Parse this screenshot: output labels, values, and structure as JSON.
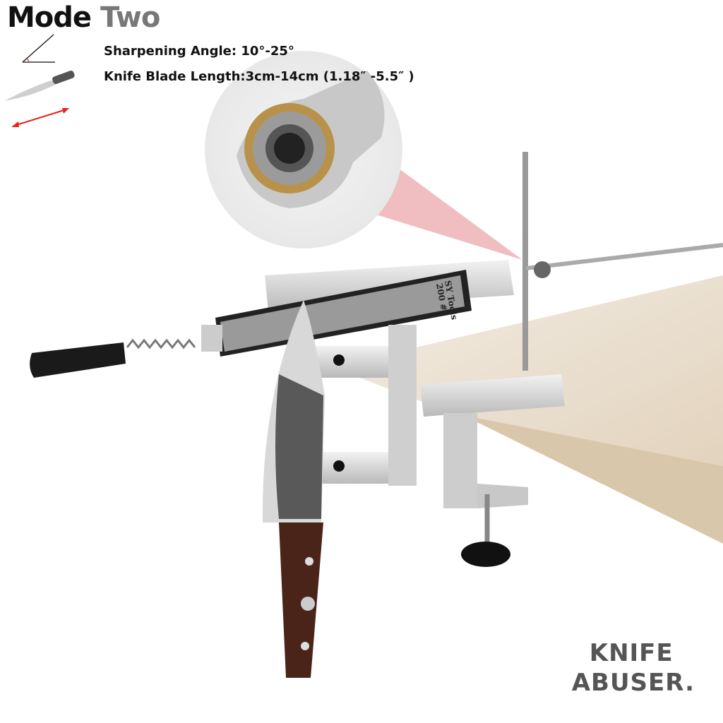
{
  "header": {
    "title_mode": "Mode",
    "title_number": "Two"
  },
  "specs": [
    {
      "icon": "angle-icon",
      "text": "Sharpening Angle: 10°-25°"
    },
    {
      "icon": "knife-icon",
      "text": "Knife Blade Length:3cm-14cm (1.18″ -5.5″ )"
    }
  ],
  "product": {
    "stone_brand": "SY Tools",
    "stone_grit": "200 #"
  },
  "brand": {
    "line1": "KNIFE",
    "line2": "ABUSER."
  },
  "colors": {
    "accent_arrow": "#e8231f",
    "title_gray": "#777777",
    "bearing_brass": "#b8924a"
  }
}
